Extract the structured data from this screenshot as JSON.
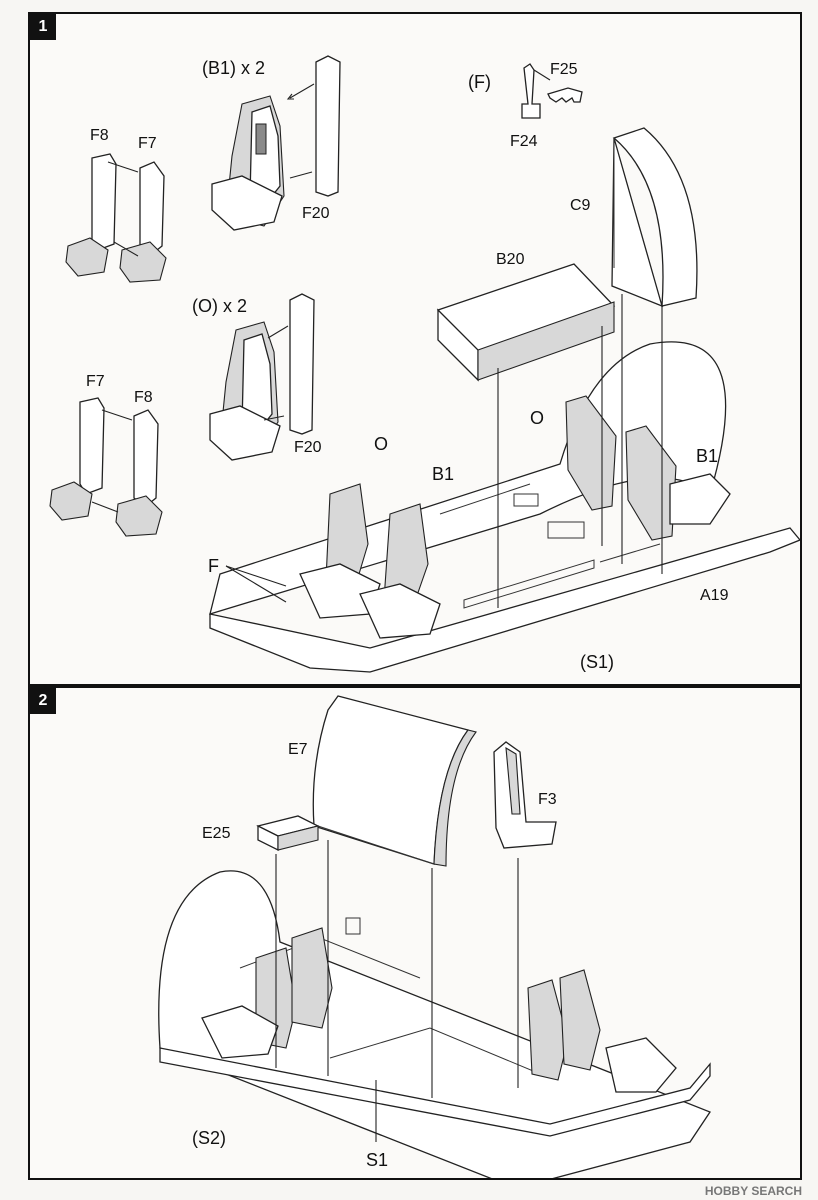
{
  "steps": [
    {
      "number": "1",
      "labels": {
        "b1x2": "(B1) x 2",
        "ox2": "(O) x 2",
        "f": "(F)",
        "f8_top": "F8",
        "f7_top": "F7",
        "f7_bottom": "F7",
        "f8_bottom": "F8",
        "f20_top": "F20",
        "f20_bottom": "F20",
        "f25": "F25",
        "f24": "F24",
        "c9": "C9",
        "b20": "B20",
        "o_mid": "O",
        "o_left": "O",
        "b1_left": "B1",
        "b1_right": "B1",
        "f_callout": "F",
        "a19": "A19",
        "s1": "(S1)"
      }
    },
    {
      "number": "2",
      "labels": {
        "e7": "E7",
        "f3": "F3",
        "e25": "E25",
        "s2": "(S2)",
        "s1": "S1"
      }
    }
  ],
  "watermark": "HOBBY SEARCH"
}
